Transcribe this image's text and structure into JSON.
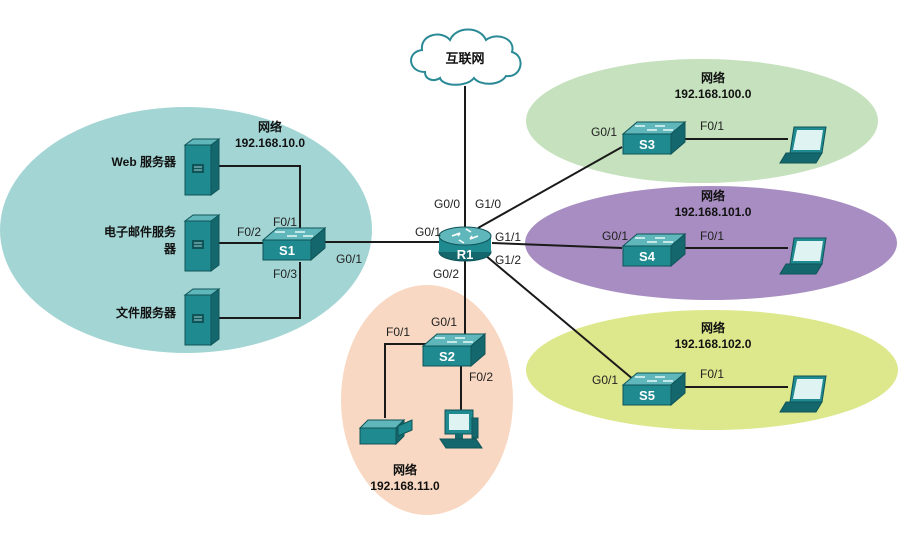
{
  "internet_label": "互联网",
  "networks": {
    "n10": {
      "title": "网络",
      "address": "192.168.10.0",
      "color": "#a3d5d4"
    },
    "n100": {
      "title": "网络",
      "address": "192.168.100.0",
      "color": "#c5e1bd"
    },
    "n101": {
      "title": "网络",
      "address": "192.168.101.0",
      "color": "#a78dc1"
    },
    "n102": {
      "title": "网络",
      "address": "192.168.102.0",
      "color": "#dde88c"
    },
    "n11": {
      "title": "网络",
      "address": "192.168.11.0",
      "color": "#f8d8c2"
    }
  },
  "devices": {
    "r1": "R1",
    "s1": "S1",
    "s2": "S2",
    "s3": "S3",
    "s4": "S4",
    "s5": "S5"
  },
  "servers": {
    "web": "Web 服务器",
    "mail_line1": "电子邮件服务",
    "mail_line2": "器",
    "file": "文件服务器"
  },
  "ports": {
    "r1_g00": "G0/0",
    "r1_g10": "G1/0",
    "r1_g01": "G0/1",
    "r1_g11": "G1/1",
    "r1_g12": "G1/2",
    "r1_g02": "G0/2",
    "s1_f01": "F0/1",
    "s1_f02": "F0/2",
    "s1_f03": "F0/3",
    "s1_g01": "G0/1",
    "s2_g01": "G0/1",
    "s2_f01": "F0/1",
    "s2_f02": "F0/2",
    "s3_g01": "G0/1",
    "s3_f01": "F0/1",
    "s4_g01": "G0/1",
    "s4_f01": "F0/1",
    "s5_g01": "G0/1",
    "s5_f01": "F0/1"
  },
  "colors": {
    "device": "#1f8a90",
    "device_dark": "#14676c",
    "link": "#1a1a1a"
  }
}
